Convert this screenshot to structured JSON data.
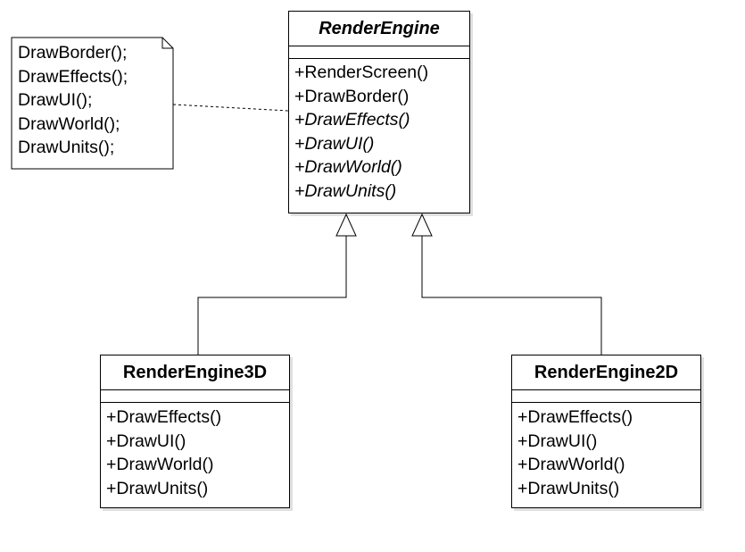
{
  "diagram": {
    "classes": {
      "render_engine": {
        "name": "RenderEngine",
        "operations": [
          {
            "label": "+RenderScreen()",
            "abstract": false
          },
          {
            "label": "+DrawBorder()",
            "abstract": false
          },
          {
            "label": "+DrawEffects()",
            "abstract": true
          },
          {
            "label": "+DrawUI()",
            "abstract": true
          },
          {
            "label": "+DrawWorld()",
            "abstract": true
          },
          {
            "label": "+DrawUnits()",
            "abstract": true
          }
        ]
      },
      "render_engine_3d": {
        "name": "RenderEngine3D",
        "operations": [
          {
            "label": "+DrawEffects()"
          },
          {
            "label": "+DrawUI()"
          },
          {
            "label": "+DrawWorld()"
          },
          {
            "label": "+DrawUnits()"
          }
        ]
      },
      "render_engine_2d": {
        "name": "RenderEngine2D",
        "operations": [
          {
            "label": "+DrawEffects()"
          },
          {
            "label": "+DrawUI()"
          },
          {
            "label": "+DrawWorld()"
          },
          {
            "label": "+DrawUnits()"
          }
        ]
      }
    },
    "note": {
      "lines": [
        "DrawBorder();",
        "DrawEffects();",
        "DrawUI();",
        "DrawWorld();",
        "DrawUnits();"
      ]
    },
    "colors": {
      "stroke": "#000000",
      "fill": "#ffffff"
    }
  }
}
